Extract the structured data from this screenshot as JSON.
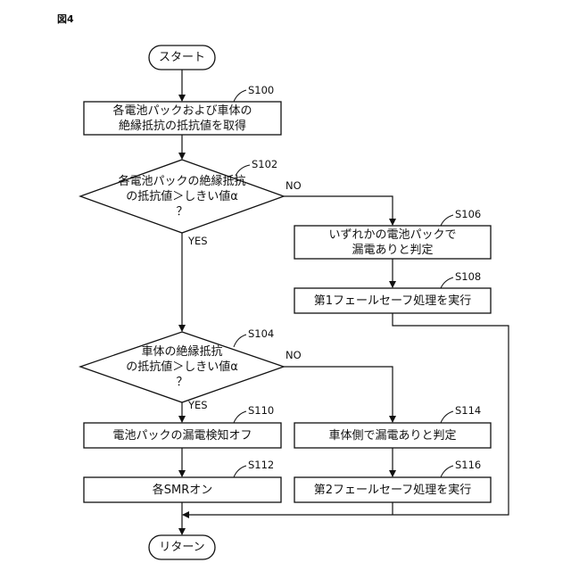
{
  "figure_label": "図4",
  "nodes": {
    "start": {
      "text": "スタート"
    },
    "s100": {
      "step": "S100",
      "line1": "各電池パックおよび車体の",
      "line2": "絶縁抵抗の抵抗値を取得"
    },
    "s102": {
      "step": "S102",
      "line1": "各電池パックの絶縁抵抗",
      "line2": "の抵抗値＞しきい値α",
      "line3": "？"
    },
    "s104": {
      "step": "S104",
      "line1": "車体の絶縁抵抗",
      "line2": "の抵抗値＞しきい値α",
      "line3": "？"
    },
    "s106": {
      "step": "S106",
      "line1": "いずれかの電池パックで",
      "line2": "漏電ありと判定"
    },
    "s108": {
      "step": "S108",
      "text": "第1フェールセーフ処理を実行"
    },
    "s110": {
      "step": "S110",
      "text": "電池パックの漏電検知オフ"
    },
    "s112": {
      "step": "S112",
      "text": "各SMRオン"
    },
    "s114": {
      "step": "S114",
      "text": "車体側で漏電ありと判定"
    },
    "s116": {
      "step": "S116",
      "text": "第2フェールセーフ処理を実行"
    },
    "end": {
      "text": "リターン"
    }
  },
  "branches": {
    "s102_no": "NO",
    "s102_yes": "YES",
    "s104_no": "NO",
    "s104_yes": "YES"
  }
}
